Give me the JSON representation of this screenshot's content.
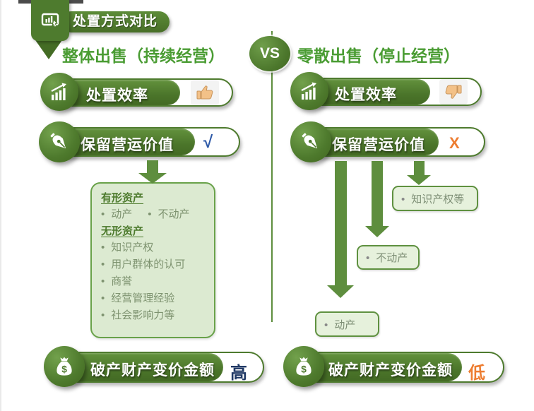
{
  "header": {
    "badge_label": "处置方式对比"
  },
  "vs_label": "VS",
  "left": {
    "title": "整体出售（持续经营）",
    "efficiency_label": "处置效率",
    "retain_label": "保留营运价值",
    "retain_verdict": "√",
    "amount_label": "破产财产变价金额",
    "amount_verdict": "高",
    "box": {
      "tangible_heading": "有形资产",
      "tangible_items": [
        "动产",
        "不动产"
      ],
      "intangible_heading": "无形资产",
      "intangible_items": [
        "知识产权",
        "用户群体的认可",
        "商誉",
        "经营管理经验",
        "社会影响力等"
      ]
    }
  },
  "right": {
    "title": "零散出售（停止经营）",
    "efficiency_label": "处置效率",
    "retain_label": "保留营运价值",
    "retain_verdict": "X",
    "amount_label": "破产财产变价金额",
    "amount_verdict": "低",
    "items": [
      "知识产权等",
      "不动产",
      "动产"
    ]
  },
  "icons": {
    "badge": "presentation-click-icon",
    "efficiency": "growth-chart-icon",
    "retain": "pen-nib-icon",
    "amount": "money-bag-icon",
    "left_efficiency_verdict": "thumbs-up-icon",
    "right_efficiency_verdict": "thumbs-down-icon"
  },
  "colors": {
    "dark_green": "#4e7b2e",
    "title_green": "#4a9c33",
    "arrow_green": "#5e8e3e",
    "box_fill": "#dcead1",
    "box_border": "#69a24a",
    "check_blue": "#2e5aa8",
    "x_orange": "#ed7d31",
    "high_navy": "#1f3864",
    "low_orange": "#ed7d31"
  }
}
